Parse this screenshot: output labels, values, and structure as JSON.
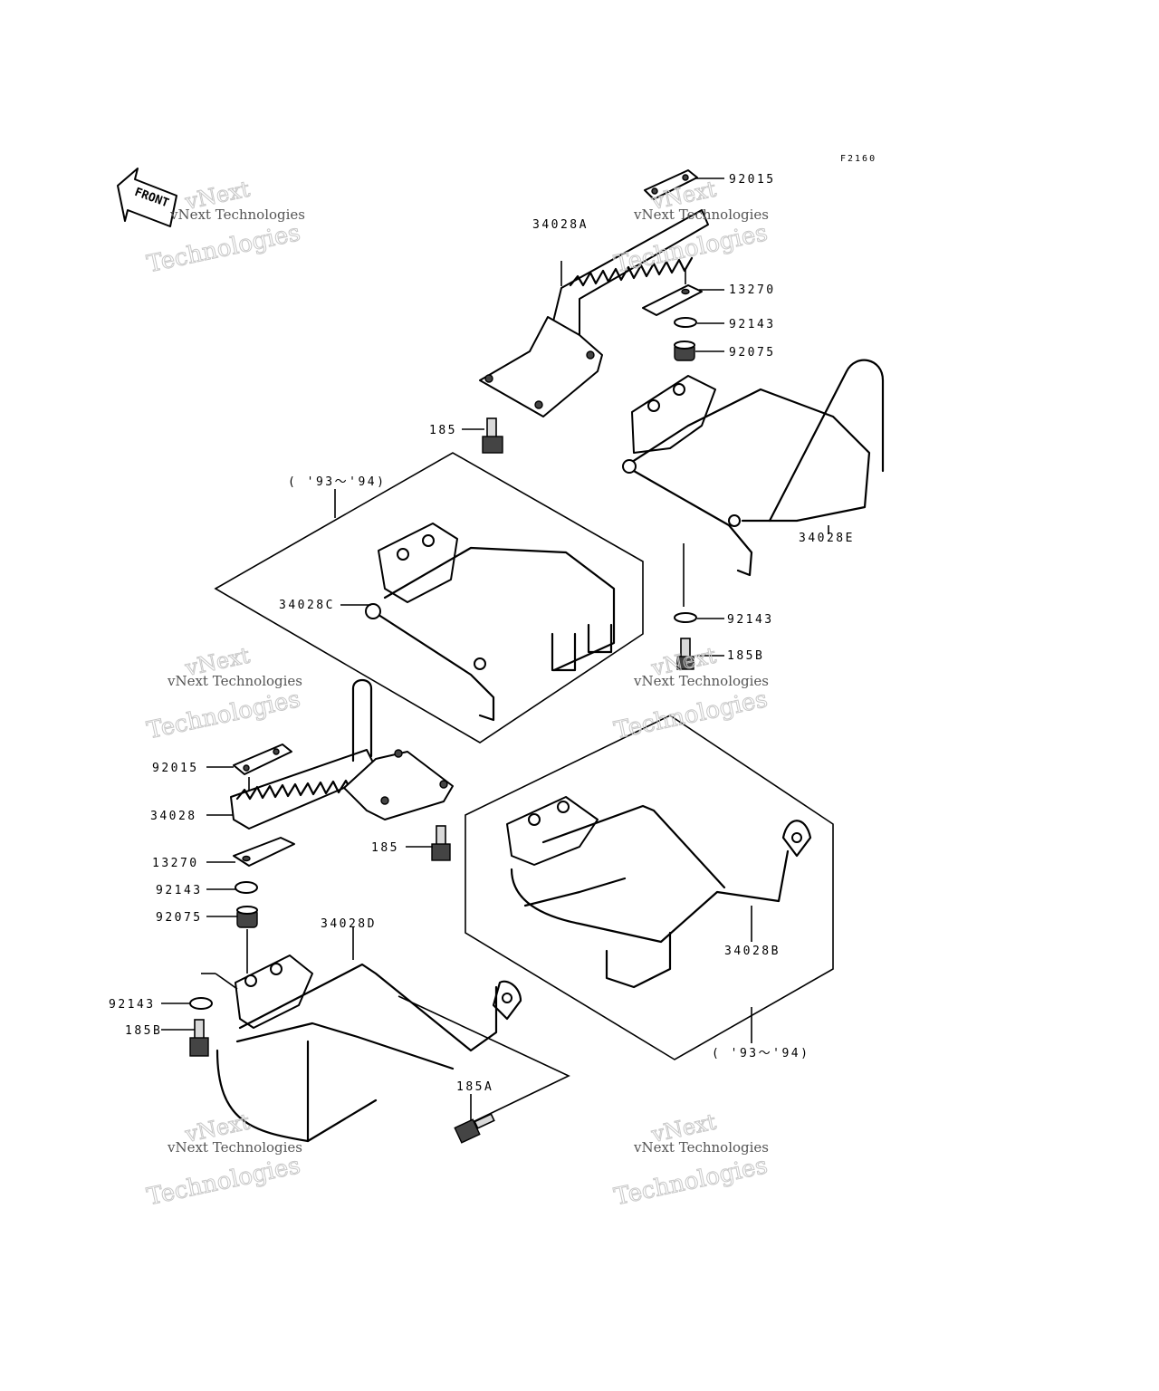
{
  "figure": {
    "code": "F2160"
  },
  "front_badge": "FRONT",
  "watermark": {
    "line1": "vNext",
    "line2": "Technologies",
    "caption": "vNext Technologies"
  },
  "parts": {
    "p92015_top": "92015",
    "p34028A": "34028A",
    "p13270_top": "13270",
    "p92143_top": "92143",
    "p92075_top": "92075",
    "p185_top": "185",
    "p34028E": "34028E",
    "p92143_mid": "92143",
    "p185B_top": "185B",
    "p34028C": "34028C",
    "p92015_bot": "92015",
    "p34028": "34028",
    "p13270_bot": "13270",
    "p185_bot": "185",
    "p92143_bot": "92143",
    "p92075_bot": "92075",
    "p34028D": "34028D",
    "p92143_bot2": "92143",
    "p185B_bot": "185B",
    "p185A": "185A",
    "p34028B": "34028B"
  },
  "year_notes": {
    "left": "( '93～'94)",
    "right": "( '93～'94)"
  }
}
